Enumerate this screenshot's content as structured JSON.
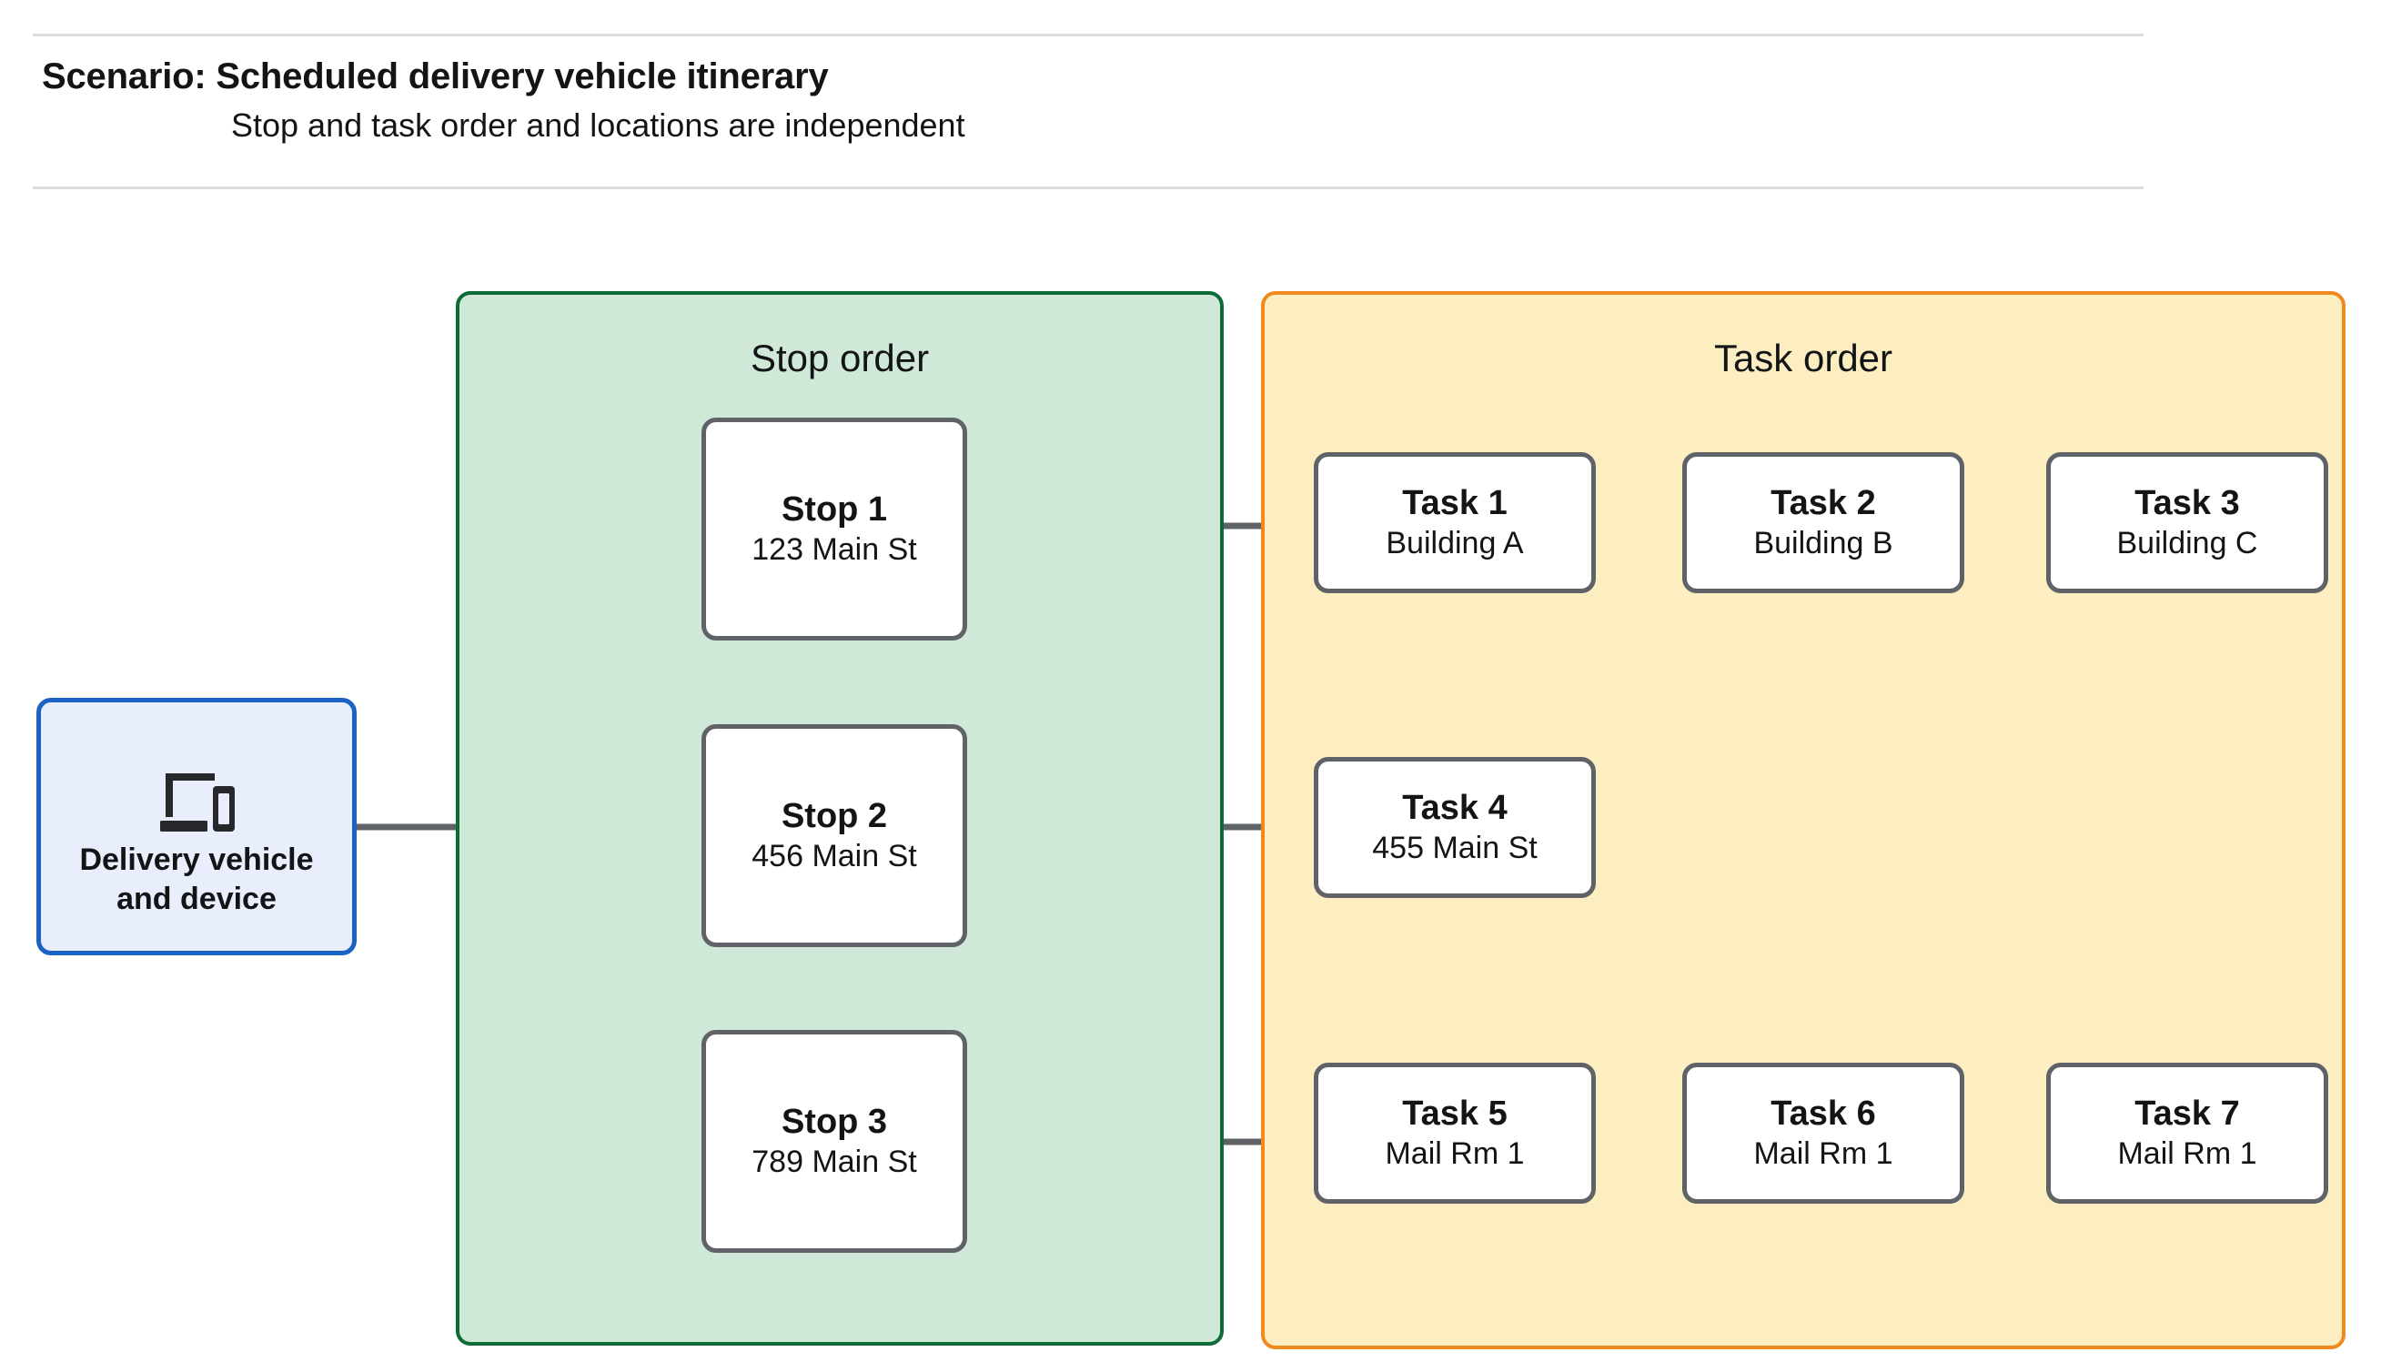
{
  "header": {
    "title": "Scenario: Scheduled delivery vehicle itinerary",
    "subtitle": "Stop and task order and locations are independent"
  },
  "colors": {
    "stop_panel_fill": "#cfe8d8",
    "stop_panel_border": "#0d6b35",
    "task_panel_fill": "#fdeec2",
    "task_panel_border": "#f08a1e",
    "vehicle_fill": "#e8eefc",
    "vehicle_border": "#1a62c4",
    "node_border": "#5f6368",
    "connector": "#5f6368",
    "divider": "#dadce0"
  },
  "vehicle": {
    "icon": "devices-laptop-phone-icon",
    "label_line1": "Delivery vehicle",
    "label_line2": "and device"
  },
  "stop_panel": {
    "title": "Stop order",
    "nodes": [
      {
        "title": "Stop 1",
        "sub": "123 Main St"
      },
      {
        "title": "Stop 2",
        "sub": "456 Main St"
      },
      {
        "title": "Stop 3",
        "sub": "789 Main St"
      }
    ]
  },
  "task_panel": {
    "title": "Task order",
    "rows": [
      {
        "nodes": [
          {
            "title": "Task 1",
            "sub": "Building A"
          },
          {
            "title": "Task 2",
            "sub": "Building B"
          },
          {
            "title": "Task 3",
            "sub": "Building C"
          }
        ]
      },
      {
        "nodes": [
          {
            "title": "Task 4",
            "sub": "455 Main St"
          }
        ]
      },
      {
        "nodes": [
          {
            "title": "Task 5",
            "sub": "Mail Rm 1"
          },
          {
            "title": "Task 6",
            "sub": "Mail Rm 1"
          },
          {
            "title": "Task 7",
            "sub": "Mail Rm 1"
          }
        ]
      }
    ]
  }
}
